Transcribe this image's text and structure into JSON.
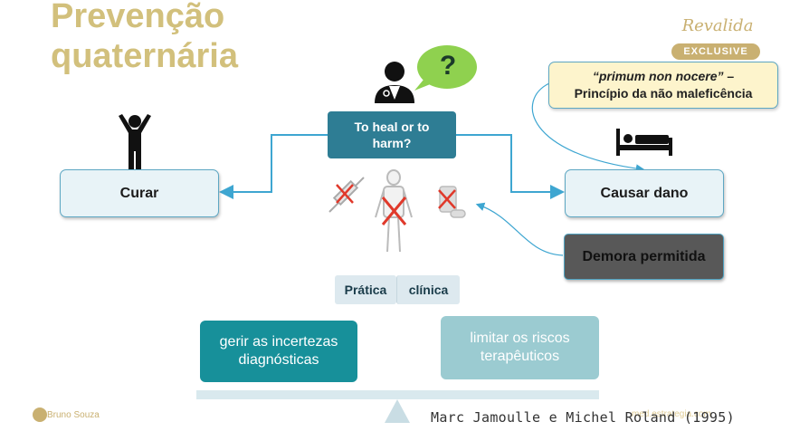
{
  "title": [
    "Prevenção",
    "quaternária"
  ],
  "brand": {
    "script": "Revalida",
    "badge": "EXCLUSIVE"
  },
  "question_mark": "?",
  "heal_box": "To heal or to harm?",
  "curar": "Curar",
  "causar_dano": "Causar dano",
  "demora": "Demora permitida",
  "primum": {
    "line1_italic": "“primum non nocere”",
    "line1_rest": " –",
    "line2": "Princípio da não maleficência"
  },
  "pratica": "Prática",
  "clinica": "clínica",
  "gerir": "gerir as incertezas diagnósticas",
  "limitar": "limitar os riscos terapêuticos",
  "citation": "Marc Jamoulle e Michel Roland (1995)",
  "author": "Bruno Souza",
  "site": "med.estrategia.com",
  "colors": {
    "title": "#d2c07c",
    "teal_dark": "#2e7d94",
    "teal": "#17909a",
    "teal_light": "#9bcbd1",
    "cross": "#e0392b"
  }
}
